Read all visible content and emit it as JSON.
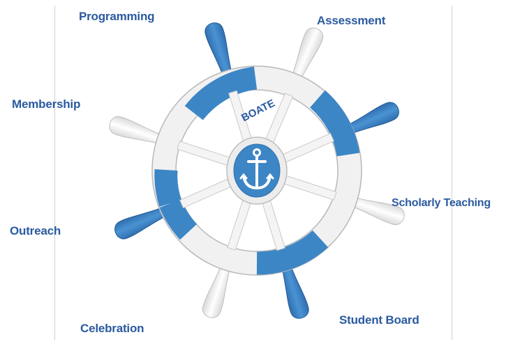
{
  "labels": {
    "programming": "Programming",
    "assessment": "Assessment",
    "membership": "Membership",
    "scholarly_teaching": "Scholarly Teaching",
    "outreach": "Outreach",
    "celebration": "Celebration",
    "student_board": "Student Board"
  },
  "wheel": {
    "hub_text": "BOATE",
    "hub_icon": "anchor-icon"
  },
  "colors": {
    "label_blue": "#2a5aa0",
    "wheel_blue": "#3d86c6",
    "wheel_white": "#f1f1f1"
  }
}
